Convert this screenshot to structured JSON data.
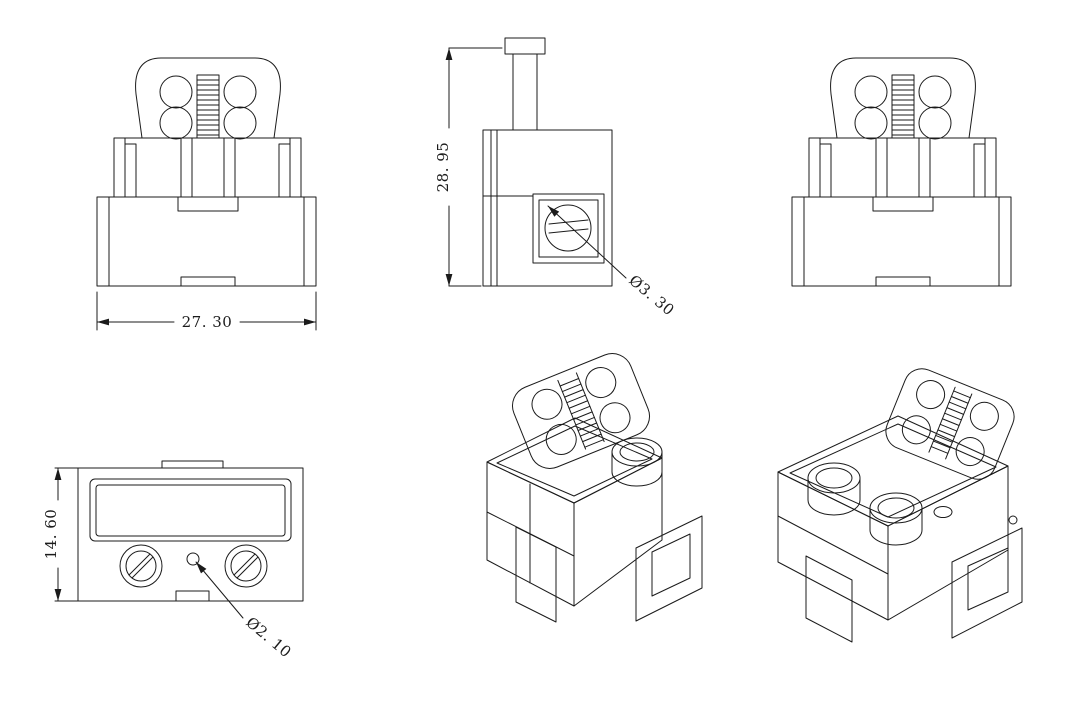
{
  "drawing": {
    "dimensions": {
      "overall_width": "27. 30",
      "overall_height": "28. 95",
      "top_hole_diameter": "Ø3. 30",
      "side_height": "14. 60",
      "small_hole_diameter": "Ø2. 10"
    },
    "colors": {
      "line_color": "#1b1b1b",
      "background": "#ffffff"
    }
  }
}
